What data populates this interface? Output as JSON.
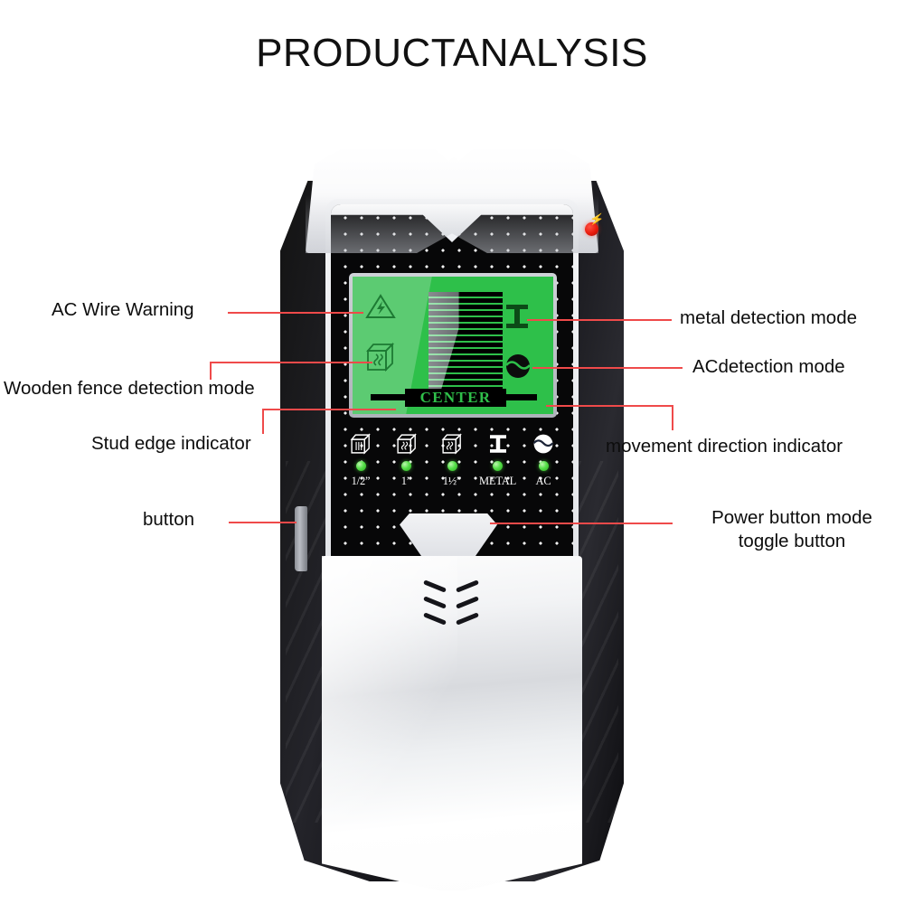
{
  "page": {
    "title": "PRODUCTANALYSIS",
    "background": "#ffffff",
    "leader_line_color": "#ef4a4a"
  },
  "annotations": {
    "left": [
      {
        "id": "ac-wire-warning",
        "label": "AC Wire Warning"
      },
      {
        "id": "wooden-fence-detection-mode",
        "label": "Wooden fence detection mode"
      },
      {
        "id": "stud-edge-indicator",
        "label": "Stud edge indicator"
      },
      {
        "id": "button",
        "label": "button"
      }
    ],
    "right": [
      {
        "id": "metal-detection-mode",
        "label": "metal detection mode"
      },
      {
        "id": "ac-detection-mode",
        "label": "ACdetection mode"
      },
      {
        "id": "movement-direction-indicator",
        "label": "movement direction indicator"
      },
      {
        "id": "power-button-mode-toggle",
        "label_line1": "Power button mode",
        "label_line2": "toggle button"
      }
    ]
  },
  "device": {
    "shell_color": "#131313",
    "body_color": "#f2f3f5",
    "faceplate_color": "#070708",
    "status_led": {
      "name": "power-led",
      "color": "#e81a0c"
    },
    "lcd": {
      "background_color": "#2ec04a",
      "center_label": "CENTER",
      "center_text_color": "#2fbf4a",
      "icons": [
        {
          "name": "ac-warning-icon",
          "position": "left-top"
        },
        {
          "name": "wood-stud-icon",
          "position": "left-bottom"
        },
        {
          "name": "metal-ibeam-icon",
          "position": "right-top"
        },
        {
          "name": "ac-wave-icon",
          "position": "right-bottom"
        }
      ],
      "arrows": [
        {
          "name": "arrow-right-icon",
          "direction": "right"
        },
        {
          "name": "arrow-left-icon",
          "direction": "left"
        }
      ]
    },
    "modes": [
      {
        "id": "depth-half-inch",
        "icon": "wood-stud-icon",
        "label": "1/2”",
        "led_color": "#57e04a",
        "led_on": true
      },
      {
        "id": "depth-one-inch",
        "icon": "wood-stud-icon",
        "label": "1”",
        "led_color": "#57e04a",
        "led_on": true
      },
      {
        "id": "depth-one-half-inch",
        "icon": "wood-stud-icon",
        "label": "1½”",
        "led_color": "#57e04a",
        "led_on": true
      },
      {
        "id": "mode-metal",
        "icon": "metal-ibeam-icon",
        "label": "METAL",
        "led_color": "#57e04a",
        "led_on": true
      },
      {
        "id": "mode-ac",
        "icon": "ac-wave-icon",
        "label": "AC",
        "led_color": "#57e04a",
        "led_on": true
      }
    ],
    "power_button": {
      "name": "power-button",
      "color": "#e9ebee"
    },
    "side_button": {
      "name": "side-button",
      "color": "#9a9da4"
    }
  }
}
